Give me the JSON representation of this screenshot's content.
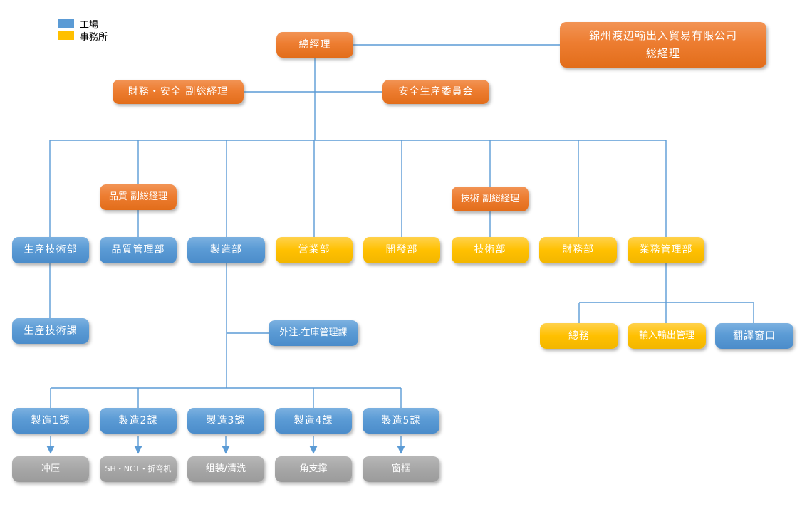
{
  "legend": {
    "items": [
      {
        "label": "工場",
        "color": "#5B9BD5"
      },
      {
        "label": "事務所",
        "color": "#FFC000"
      }
    ]
  },
  "colors": {
    "factory_blue": "#5B9BD5",
    "office_yellow": "#FFC000",
    "executive_orange": "#ED7D31",
    "process_gray": "#A5A5A5",
    "connector_blue": "#5B9BD5"
  },
  "nodes": {
    "general_manager": {
      "label": "總經理"
    },
    "trading_company_gm": {
      "line1": "錦州渡辺輸出入貿易有限公司",
      "line2": "総経理"
    },
    "vice_gm_finance_safety": {
      "label": "財務・安全 副総経理"
    },
    "safety_production_committee": {
      "label": "安全生産委員会"
    },
    "vice_gm_quality": {
      "label": "品質 副総経理"
    },
    "vice_gm_technology": {
      "label": "技術 副総経理"
    },
    "dept_production_tech": {
      "label": "生産技術部"
    },
    "dept_quality_control": {
      "label": "品質管理部"
    },
    "dept_manufacturing": {
      "label": "製造部"
    },
    "dept_sales": {
      "label": "営業部"
    },
    "dept_development": {
      "label": "開發部"
    },
    "dept_technology": {
      "label": "技術部"
    },
    "dept_finance": {
      "label": "財務部"
    },
    "dept_business_admin": {
      "label": "業務管理部"
    },
    "sec_production_tech": {
      "label": "生産技術課"
    },
    "sec_outsourcing_inventory": {
      "label": "外注.在庫管理課"
    },
    "sec_general_affairs": {
      "label": "總務"
    },
    "sec_import_export": {
      "label": "輸入輸出管理"
    },
    "sec_translation": {
      "label": "翻譯窗口"
    },
    "sec_mfg1": {
      "label": "製造1課"
    },
    "sec_mfg2": {
      "label": "製造2課"
    },
    "sec_mfg3": {
      "label": "製造3課"
    },
    "sec_mfg4": {
      "label": "製造4課"
    },
    "sec_mfg5": {
      "label": "製造5課"
    },
    "proc_stamping": {
      "label": "冲压"
    },
    "proc_sh_nct_bending": {
      "label": "SH・NCT・折弯机"
    },
    "proc_assembly_cleaning": {
      "label": "组装/清洗"
    },
    "proc_corner_support": {
      "label": "角支撑"
    },
    "proc_window_frame": {
      "label": "窗框"
    }
  }
}
